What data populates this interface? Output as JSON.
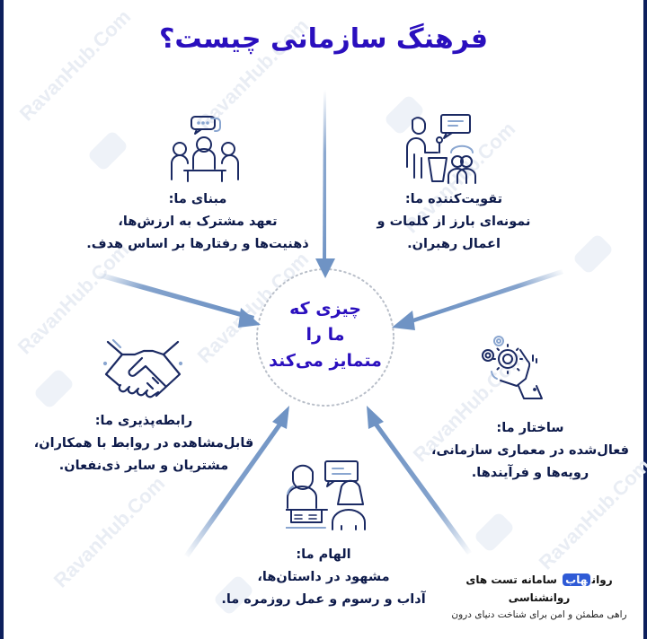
{
  "title": "فرهنگ سازمانی چیست؟",
  "center": {
    "lines": [
      "چیزی که",
      "ما را",
      "متمایز می‌کند"
    ]
  },
  "blocks": {
    "foundation": {
      "icon": "team-meeting-icon",
      "heading": "مبنای ما:",
      "lines": [
        "تعهد مشترک به ارزش‌ها،",
        "ذهنیت‌ها و رفتارها بر اساس هدف."
      ]
    },
    "reinforcer": {
      "icon": "speaker-podium-icon",
      "heading": "تقویت‌کننده ما:",
      "lines": [
        "نمونه‌ای بارز از کلمات و",
        "اعمال رهبران."
      ]
    },
    "relationships": {
      "icon": "handshake-icon",
      "heading": "رابطه‌پذیری ما:",
      "lines": [
        "قابل‌مشاهده در روابط با همکاران،",
        "مشتریان و سایر ذی‌نفعان."
      ]
    },
    "structure": {
      "icon": "hand-gears-icon",
      "heading": "ساختار ما:",
      "lines": [
        "فعال‌شده در معماری سازمانی،",
        "رویه‌ها و فرآیندها."
      ]
    },
    "inspiration": {
      "icon": "storytelling-icon",
      "heading": "الهام ما:",
      "lines": [
        "مشهود در داستان‌ها،",
        "آداب و رسوم و عمل روزمره ما."
      ]
    }
  },
  "footer": {
    "brand_prefix": "روان",
    "brand_badge": "هاب",
    "brand_suffix": "سامانه تست های روانشناسی",
    "tagline": "راهی مطمئن و امن برای شناخت دنیای درون"
  },
  "watermark": "RavanHub.Com",
  "colors": {
    "title": "#2a0fbe",
    "body_text": "#0d1a4a",
    "arrow": "#6f93c4",
    "icon_stroke": "#1b2a63",
    "icon_accent": "#8aa6d0",
    "frame": "#0d1f5c",
    "badge": "#2f5bd6"
  }
}
